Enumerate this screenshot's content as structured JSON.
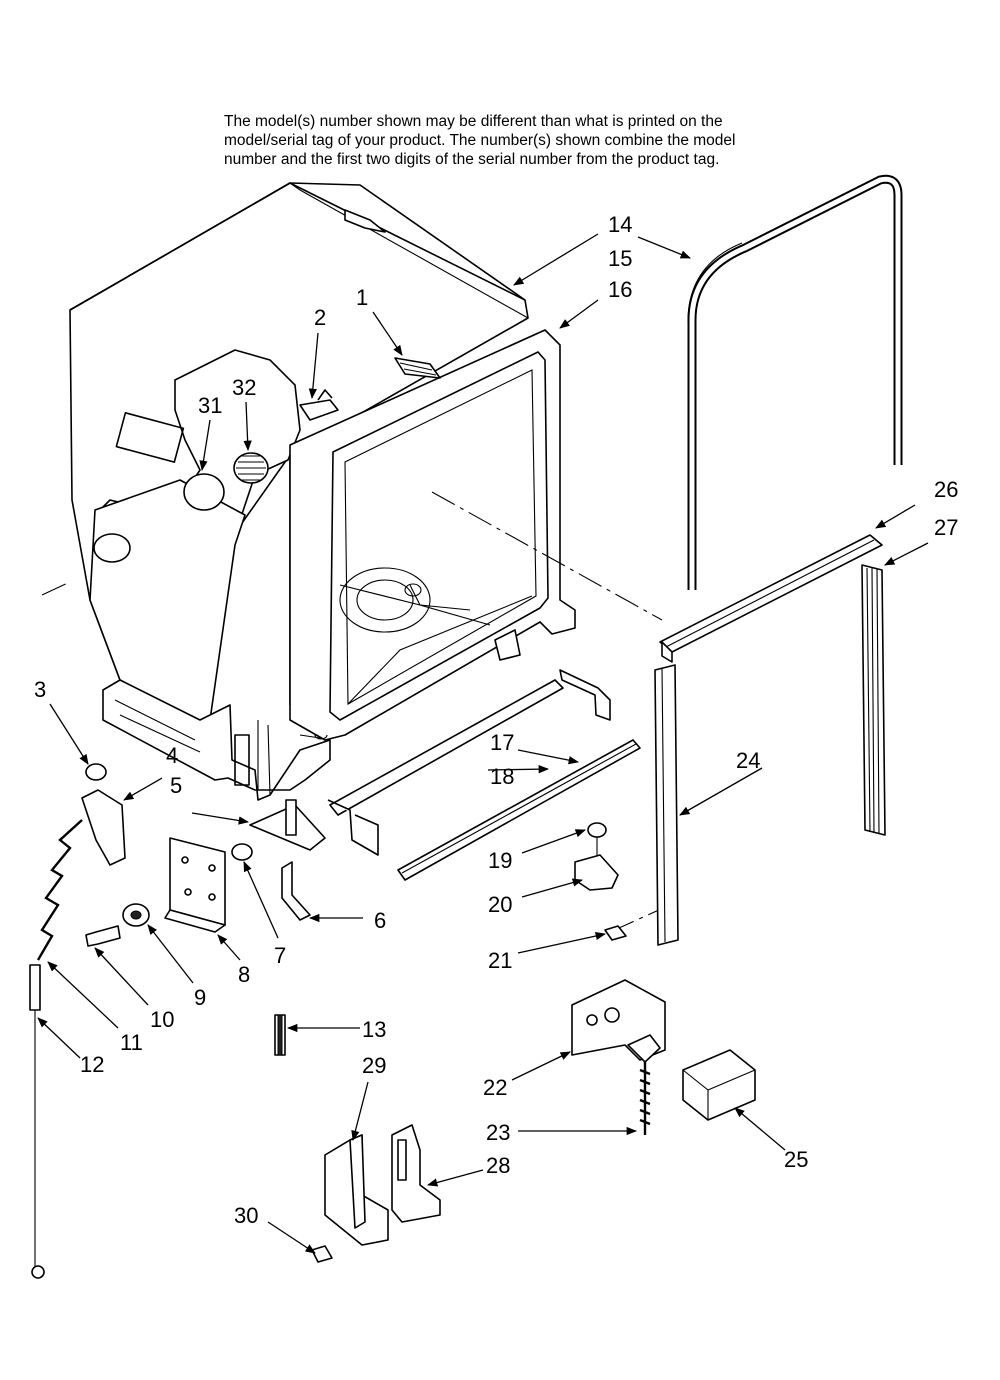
{
  "note": {
    "lines": [
      "The model(s) number shown may be different than what is printed on the",
      "model/serial tag of your product. The number(s) shown combine the model",
      "number and the first two digits of the serial number from the product tag."
    ]
  },
  "callouts": [
    "1",
    "2",
    "3",
    "4",
    "5",
    "6",
    "7",
    "8",
    "9",
    "10",
    "11",
    "12",
    "13",
    "14",
    "15",
    "16",
    "17",
    "18",
    "19",
    "20",
    "21",
    "22",
    "23",
    "24",
    "25",
    "26",
    "27",
    "28",
    "29",
    "30",
    "31",
    "32"
  ]
}
